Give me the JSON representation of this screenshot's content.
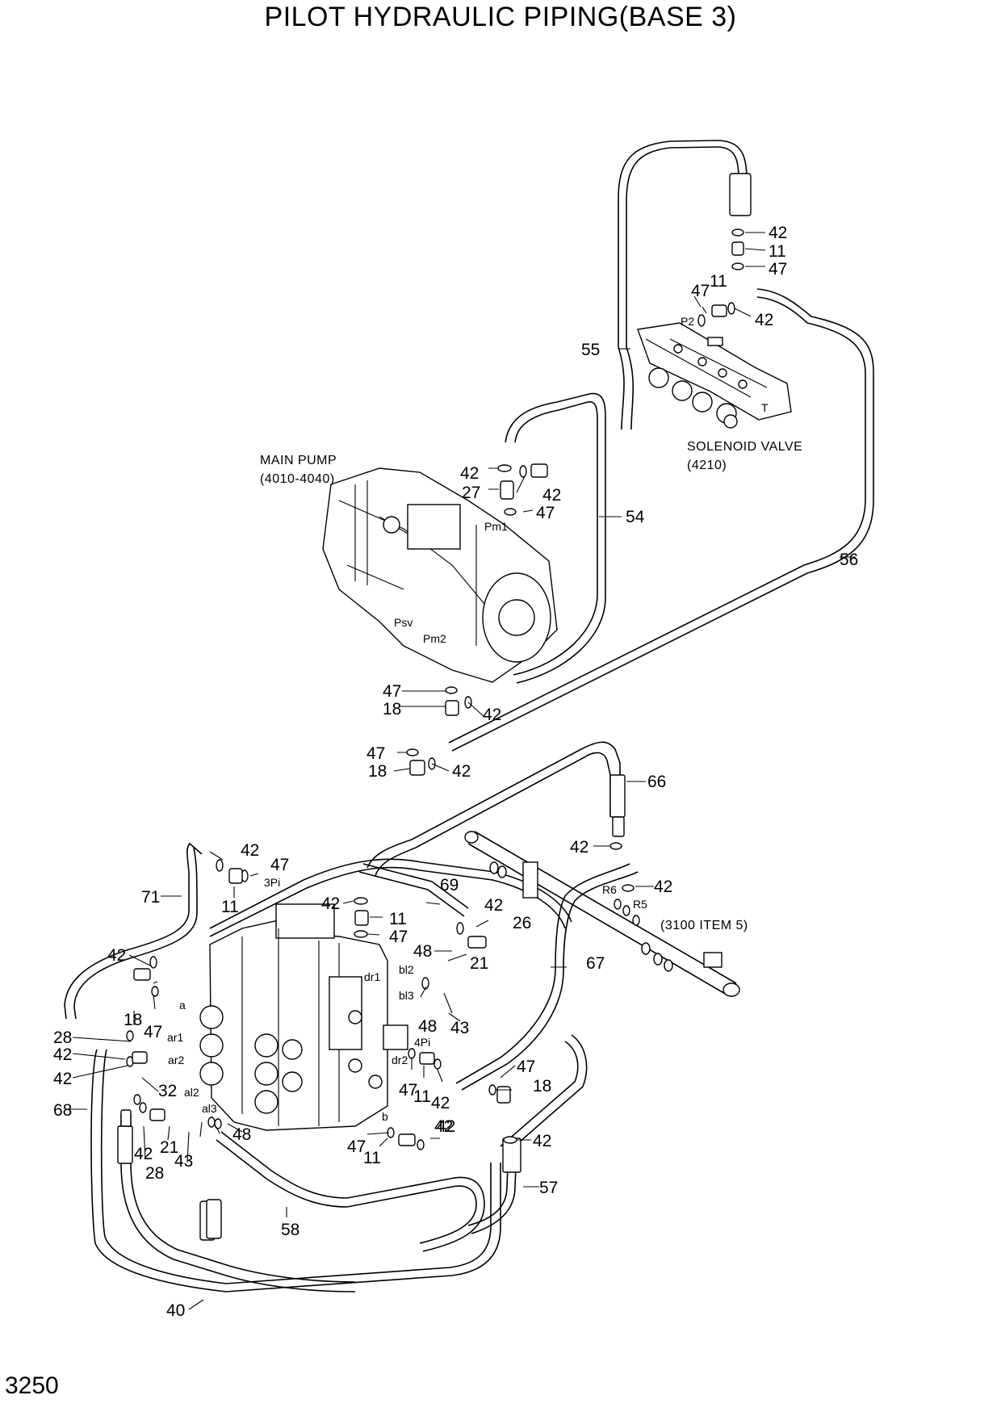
{
  "title": "PILOT HYDRAULIC PIPING(BASE 3)",
  "page_number": "3250",
  "components": {
    "main_pump_label": "MAIN PUMP",
    "main_pump_ref": "(4010-4040)",
    "solenoid_label": "SOLENOID VALVE",
    "solenoid_ref": "(4210)",
    "pipe_ref": "(3100 ITEM 5)"
  },
  "ports": [
    "P2",
    "Pm1",
    "Psv",
    "Pm2",
    "3Pi",
    "4Pi",
    "dr1",
    "dr2",
    "bl2",
    "bl3",
    "a",
    "ar1",
    "ar2",
    "al2",
    "al3",
    "b",
    "R6",
    "R5",
    "T"
  ],
  "callouts": [
    "42",
    "11",
    "47",
    "47",
    "11",
    "42",
    "55",
    "42",
    "27",
    "42",
    "47",
    "54",
    "56",
    "47",
    "18",
    "42",
    "47",
    "18",
    "42",
    "66",
    "42",
    "42",
    "42",
    "47",
    "71",
    "11",
    "69",
    "42",
    "11",
    "47",
    "42",
    "26",
    "48",
    "21",
    "67",
    "42",
    "18",
    "47",
    "48",
    "43",
    "28",
    "42",
    "42",
    "32",
    "68",
    "47",
    "11",
    "42",
    "47",
    "42",
    "18",
    "21",
    "42",
    "28",
    "43",
    "48",
    "47",
    "11",
    "42",
    "42",
    "57",
    "58",
    "40"
  ]
}
